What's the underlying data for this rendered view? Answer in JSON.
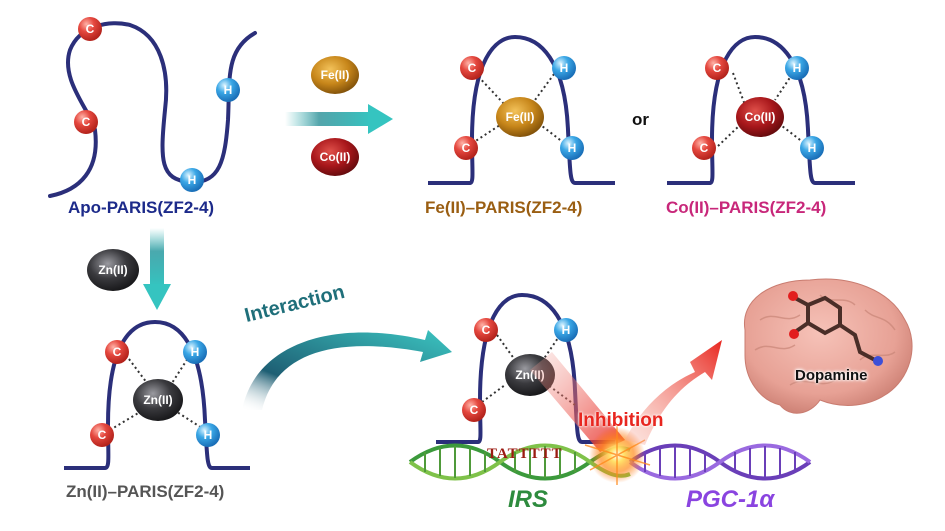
{
  "diagram": {
    "colors": {
      "backbone": "#2b2f7a",
      "cys": "#e5483f",
      "his": "#3aa7e6",
      "fe": "#c7861a",
      "co": "#a8171b",
      "zn": "#3a3a3e",
      "arrow_teal": "#2fb3b3",
      "inhibition_red": "#e8261f",
      "dna_green": "#3c9a3c",
      "dna_purple": "#7c4fcf",
      "brain": "#e7a195"
    },
    "residues": {
      "cys": "C",
      "his": "H"
    },
    "ions": {
      "fe": "Fe(II)",
      "co": "Co(II)",
      "zn": "Zn(II)"
    },
    "labels": {
      "apo": "Apo-PARIS(ZF2-4)",
      "fe_complex": "Fe(II)–PARIS(ZF2-4)",
      "co_complex": "Co(II)–PARIS(ZF2-4)",
      "zn_complex": "Zn(II)–PARIS(ZF2-4)",
      "or": "or",
      "interaction": "Interaction",
      "inhibition": "Inhibition",
      "sequence": "TATTTTT",
      "irs": "IRS",
      "pgc": "PGC-1α",
      "dopamine": "Dopamine"
    },
    "label_colors": {
      "apo": "#1c2a8a",
      "fe_complex": "#9a5e12",
      "co_complex": "#c8277a",
      "zn_complex": "#555555",
      "or": "#111111",
      "interaction": "#1f6f7a",
      "inhibition": "#e8261f",
      "sequence": "#9b1b12",
      "irs": "#2e8b3e",
      "pgc": "#8a44e0",
      "dopamine": "#111111"
    }
  }
}
